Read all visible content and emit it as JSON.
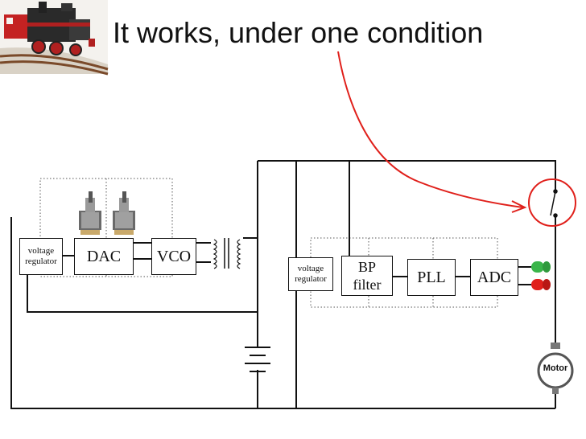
{
  "slide": {
    "title": "It works, under one condition"
  },
  "diagram": {
    "voltage_regulator_left": "voltage\nregulator",
    "dac": "DAC",
    "vco": "VCO",
    "voltage_regulator_right": "voltage\nregulator",
    "bp_filter": "BP\nfilter",
    "pll": "PLL",
    "adc": "ADC",
    "motor": "Motor"
  },
  "colors": {
    "annotation_red": "#e0201b",
    "led_green": "#3ab54a",
    "led_red": "#e0201b",
    "line": "#111111",
    "dotted": "#555555"
  },
  "icons": [
    "toy-train-image",
    "toggle-switch-icon",
    "transformer-icon",
    "battery-icon",
    "switch-icon",
    "led-icon",
    "motor-icon"
  ]
}
